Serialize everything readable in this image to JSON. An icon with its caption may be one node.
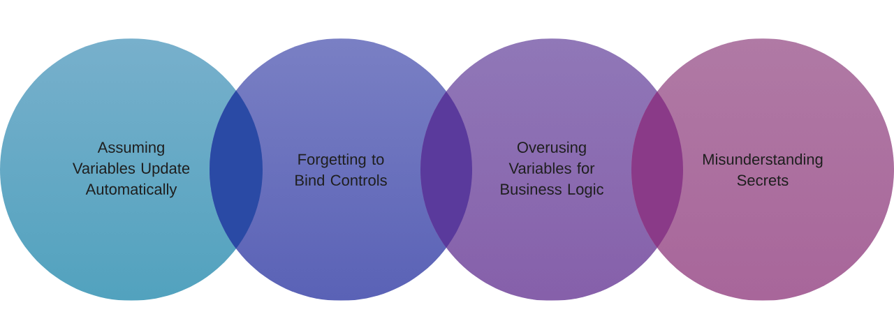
{
  "diagram": {
    "nodes": [
      {
        "text": [
          "Assuming Variables Update Automatically"
        ]
      },
      {
        "text": [
          "Forgetting to Bind Controls"
        ]
      },
      {
        "text": [
          "Overusing Variables for Business Logic"
        ]
      },
      {
        "text": [
          "Misunderstanding Secrets"
        ]
      }
    ]
  }
}
